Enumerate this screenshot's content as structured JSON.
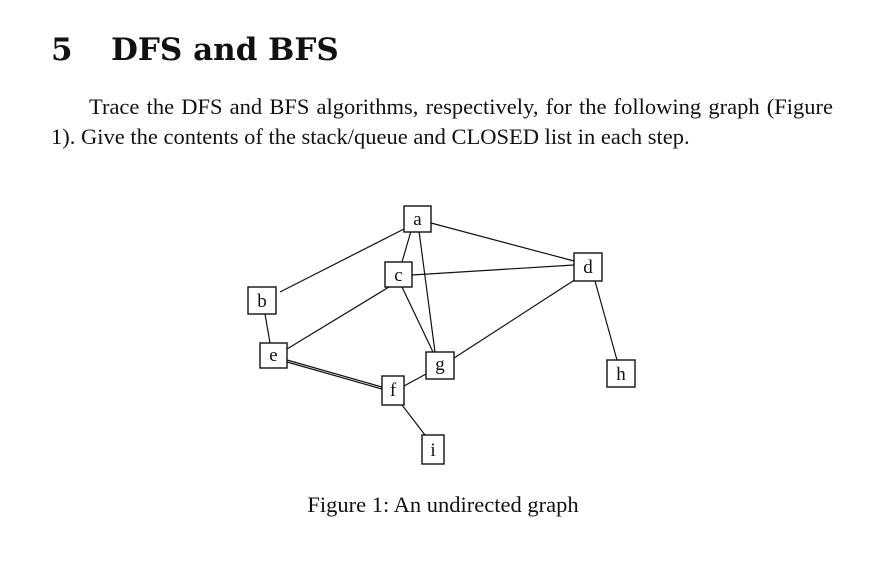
{
  "section": {
    "number": "5",
    "title": "DFS and BFS"
  },
  "paragraph": "Trace the DFS and BFS algorithms, respectively, for the following graph (Figure 1). Give the contents of the stack/queue and CLOSED list in each step.",
  "graph": {
    "nodes": [
      {
        "id": "a",
        "label": "a"
      },
      {
        "id": "b",
        "label": "b"
      },
      {
        "id": "c",
        "label": "c"
      },
      {
        "id": "d",
        "label": "d"
      },
      {
        "id": "e",
        "label": "e"
      },
      {
        "id": "f",
        "label": "f"
      },
      {
        "id": "g",
        "label": "g"
      },
      {
        "id": "h",
        "label": "h"
      },
      {
        "id": "i",
        "label": "i"
      }
    ],
    "edges": [
      [
        "a",
        "b"
      ],
      [
        "a",
        "c"
      ],
      [
        "a",
        "d"
      ],
      [
        "a",
        "g"
      ],
      [
        "b",
        "e"
      ],
      [
        "c",
        "d"
      ],
      [
        "c",
        "e"
      ],
      [
        "c",
        "g"
      ],
      [
        "d",
        "g"
      ],
      [
        "d",
        "h"
      ],
      [
        "e",
        "f"
      ],
      [
        "f",
        "g"
      ],
      [
        "f",
        "i"
      ]
    ]
  },
  "caption": "Figure 1: An undirected graph"
}
